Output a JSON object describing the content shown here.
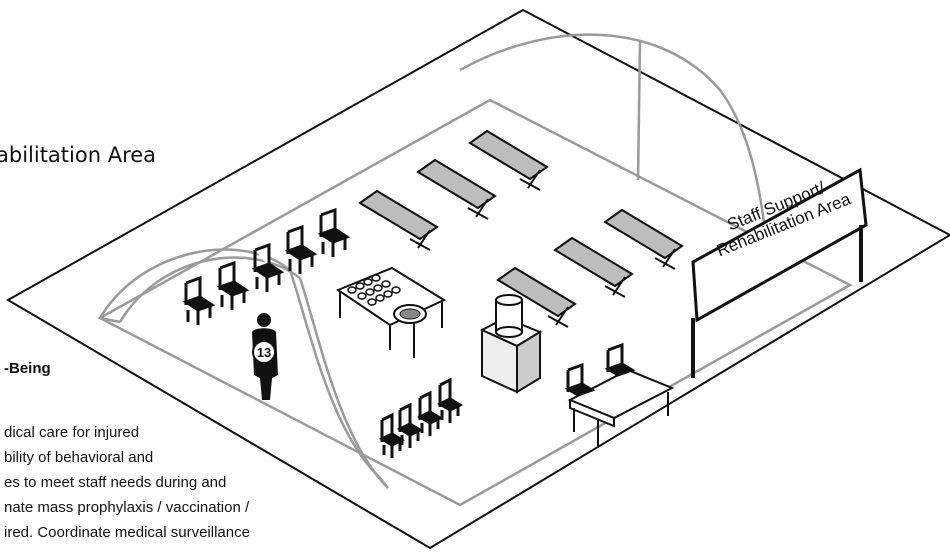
{
  "heading_fragment": "abilitation Area",
  "subheading_fragment": "-Being",
  "body_lines": [
    "dical care for injured",
    "bility of behavioral and",
    "es to meet staff needs during and",
    "nate mass prophylaxis / vaccination /",
    "ired. Coordinate medical surveillance"
  ],
  "sign": {
    "line1": "Staff Support/",
    "line2": "Rehabilitation Area"
  },
  "person_number": "13",
  "colors": {
    "line": "#111111",
    "tent": "#9a9a9a",
    "cot": "#bdbdbd",
    "background": "#ffffff"
  }
}
